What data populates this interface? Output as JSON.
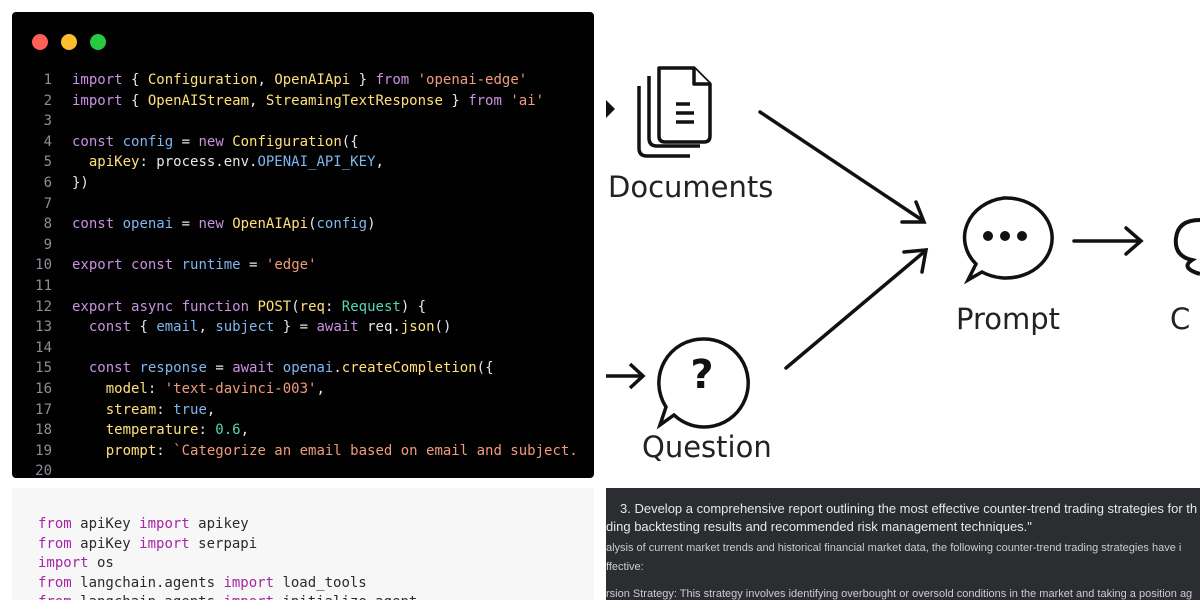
{
  "editor": {
    "traffic_colors": [
      "#ff5f57",
      "#febc2e",
      "#28c840"
    ],
    "lines": [
      {
        "n": "1",
        "tokens": [
          [
            "kw",
            "import"
          ],
          [
            "pl",
            " { "
          ],
          [
            "fn",
            "Configuration"
          ],
          [
            "pl",
            ", "
          ],
          [
            "fn",
            "OpenAIApi"
          ],
          [
            "pl",
            " } "
          ],
          [
            "kw",
            "from"
          ],
          [
            "pl",
            " "
          ],
          [
            "str",
            "'openai-edge'"
          ]
        ]
      },
      {
        "n": "2",
        "tokens": [
          [
            "kw",
            "import"
          ],
          [
            "pl",
            " { "
          ],
          [
            "fn",
            "OpenAIStream"
          ],
          [
            "pl",
            ", "
          ],
          [
            "fn",
            "StreamingTextResponse"
          ],
          [
            "pl",
            " } "
          ],
          [
            "kw",
            "from"
          ],
          [
            "pl",
            " "
          ],
          [
            "str",
            "'ai'"
          ]
        ]
      },
      {
        "n": "3",
        "tokens": []
      },
      {
        "n": "4",
        "tokens": [
          [
            "kw",
            "const"
          ],
          [
            "pl",
            " "
          ],
          [
            "id",
            "config"
          ],
          [
            "pl",
            " = "
          ],
          [
            "kw",
            "new"
          ],
          [
            "pl",
            " "
          ],
          [
            "fn",
            "Configuration"
          ],
          [
            "pl",
            "({"
          ]
        ]
      },
      {
        "n": "5",
        "tokens": [
          [
            "pl",
            "  "
          ],
          [
            "fn",
            "apiKey"
          ],
          [
            "pl",
            ": process.env."
          ],
          [
            "id",
            "OPENAI_API_KEY"
          ],
          [
            "pl",
            ","
          ]
        ]
      },
      {
        "n": "6",
        "tokens": [
          [
            "pl",
            "})"
          ]
        ]
      },
      {
        "n": "7",
        "tokens": []
      },
      {
        "n": "8",
        "tokens": [
          [
            "kw",
            "const"
          ],
          [
            "pl",
            " "
          ],
          [
            "id",
            "openai"
          ],
          [
            "pl",
            " = "
          ],
          [
            "kw",
            "new"
          ],
          [
            "pl",
            " "
          ],
          [
            "fn",
            "OpenAIApi"
          ],
          [
            "pl",
            "("
          ],
          [
            "id",
            "config"
          ],
          [
            "pl",
            ")"
          ]
        ]
      },
      {
        "n": "9",
        "tokens": []
      },
      {
        "n": "10",
        "tokens": [
          [
            "kw",
            "export"
          ],
          [
            "pl",
            " "
          ],
          [
            "kw",
            "const"
          ],
          [
            "pl",
            " "
          ],
          [
            "id",
            "runtime"
          ],
          [
            "pl",
            " = "
          ],
          [
            "str",
            "'edge'"
          ]
        ]
      },
      {
        "n": "11",
        "tokens": []
      },
      {
        "n": "12",
        "tokens": [
          [
            "kw",
            "export"
          ],
          [
            "pl",
            " "
          ],
          [
            "kw",
            "async"
          ],
          [
            "pl",
            " "
          ],
          [
            "kw",
            "function"
          ],
          [
            "pl",
            " "
          ],
          [
            "fn",
            "POST"
          ],
          [
            "pl",
            "("
          ],
          [
            "fn",
            "req"
          ],
          [
            "pl",
            ": "
          ],
          [
            "ty",
            "Request"
          ],
          [
            "pl",
            ") {"
          ]
        ]
      },
      {
        "n": "13",
        "tokens": [
          [
            "pl",
            "  "
          ],
          [
            "kw",
            "const"
          ],
          [
            "pl",
            " { "
          ],
          [
            "id",
            "email"
          ],
          [
            "pl",
            ", "
          ],
          [
            "id",
            "subject"
          ],
          [
            "pl",
            " } = "
          ],
          [
            "kw",
            "await"
          ],
          [
            "pl",
            " req."
          ],
          [
            "fn",
            "json"
          ],
          [
            "pl",
            "()"
          ]
        ]
      },
      {
        "n": "14",
        "tokens": []
      },
      {
        "n": "15",
        "tokens": [
          [
            "pl",
            "  "
          ],
          [
            "kw",
            "const"
          ],
          [
            "pl",
            " "
          ],
          [
            "id",
            "response"
          ],
          [
            "pl",
            " = "
          ],
          [
            "kw",
            "await"
          ],
          [
            "pl",
            " "
          ],
          [
            "id",
            "openai"
          ],
          [
            "pl",
            "."
          ],
          [
            "fn",
            "createCompletion"
          ],
          [
            "pl",
            "({"
          ]
        ]
      },
      {
        "n": "16",
        "tokens": [
          [
            "pl",
            "    "
          ],
          [
            "fn",
            "model"
          ],
          [
            "pl",
            ": "
          ],
          [
            "str",
            "'text-davinci-003'"
          ],
          [
            "pl",
            ","
          ]
        ]
      },
      {
        "n": "17",
        "tokens": [
          [
            "pl",
            "    "
          ],
          [
            "fn",
            "stream"
          ],
          [
            "pl",
            ": "
          ],
          [
            "id",
            "true"
          ],
          [
            "pl",
            ","
          ]
        ]
      },
      {
        "n": "18",
        "tokens": [
          [
            "pl",
            "    "
          ],
          [
            "fn",
            "temperature"
          ],
          [
            "pl",
            ": "
          ],
          [
            "ty",
            "0.6"
          ],
          [
            "pl",
            ","
          ]
        ]
      },
      {
        "n": "19",
        "tokens": [
          [
            "pl",
            "    "
          ],
          [
            "fn",
            "prompt"
          ],
          [
            "pl",
            ": "
          ],
          [
            "str",
            "`Categorize an email based on email and subject."
          ]
        ]
      },
      {
        "n": "20",
        "tokens": []
      }
    ]
  },
  "diagram": {
    "documents_label": "Documents",
    "question_label": "Question",
    "prompt_label": "Prompt",
    "cut_label": "C",
    "icons": [
      "documents-icon",
      "question-bubble-icon",
      "prompt-bubble-icon",
      "llm-icon"
    ]
  },
  "python": {
    "lines": [
      [
        [
          "pk",
          "from"
        ],
        [
          "pl",
          " apiKey "
        ],
        [
          "pk",
          "import"
        ],
        [
          "pl",
          " apikey"
        ]
      ],
      [
        [
          "pk",
          "from"
        ],
        [
          "pl",
          " apiKey "
        ],
        [
          "pk",
          "import"
        ],
        [
          "pl",
          " serpapi"
        ]
      ],
      [
        [
          "pk",
          "import"
        ],
        [
          "pl",
          " os"
        ]
      ],
      [
        [
          "pk",
          "from"
        ],
        [
          "pl",
          " langchain.agents "
        ],
        [
          "pk",
          "import"
        ],
        [
          "pl",
          " load_tools"
        ]
      ],
      [
        [
          "pk",
          "from"
        ],
        [
          "pl",
          " langchain.agents "
        ],
        [
          "pk",
          "import"
        ],
        [
          "pl",
          " initialize_agent"
        ]
      ]
    ]
  },
  "chat": {
    "q1": "3. Develop a comprehensive report outlining the most effective counter-trend trading strategies for th",
    "q2": "ding backtesting results and recommended risk management techniques.\"",
    "s1": "alysis of current market trends and historical financial market data, the following counter-trend trading strategies have i",
    "s2": "ffective:",
    "s3": "rsion Strategy: This strategy involves identifying overbought or oversold conditions in the market and taking a position ag"
  }
}
